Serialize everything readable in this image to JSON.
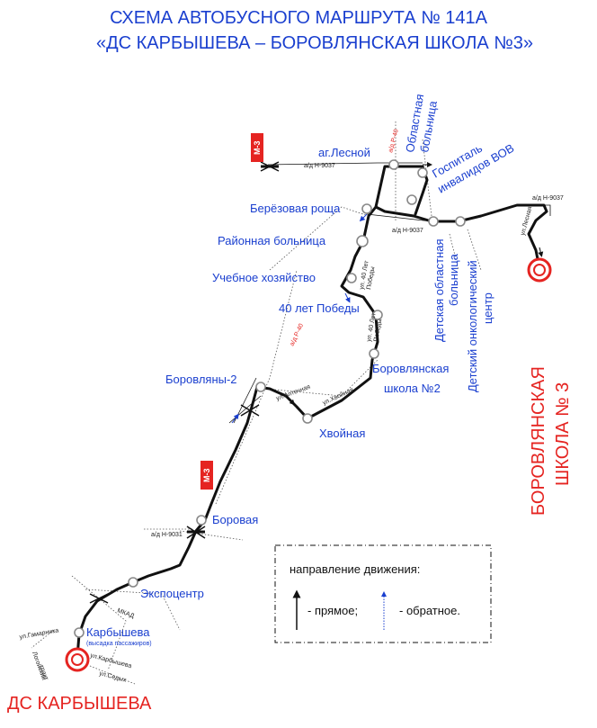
{
  "title": {
    "line1": "СХЕМА АВТОБУСНОГО МАРШРУТА № 141А",
    "line2": "«ДС КАРБЫШЕВА – БОРОВЛЯНСКАЯ ШКОЛА №3»"
  },
  "terminals": {
    "start": "ДС КАРБЫШЕВА",
    "end_line1": "БОРОВЛЯНСКАЯ",
    "end_line2": "ШКОЛА № 3"
  },
  "stops": {
    "les": "аг.Лесной",
    "oblast_hosp_1": "Областная",
    "oblast_hosp_2": "больница",
    "gospital_1": "Госпиталь",
    "gospital_2": "инвалидов ВОВ",
    "berezovaya": "Берёзовая роща",
    "rayon_hosp": "Районная больница",
    "uchebnoe": "Учебное хозяйство",
    "pobedy40": "40 лет Победы",
    "borovl_school2_1": "Боровлянская",
    "borovl_school2_2": "школа №2",
    "child_hosp_1": "Детская областная",
    "child_hosp_2": "больница",
    "onco_1": "Детский онкологический",
    "onco_2": "центр",
    "borovlyany2": "Боровляны-2",
    "khvoynaya": "Хвойная",
    "borovaya": "Боровая",
    "expocenter": "Экспоцентр",
    "karbysheva": "Карбышева",
    "karbysheva_note": "(высадка пассажиров)"
  },
  "roads": {
    "ad_h9037_a": "а/д Н-9037",
    "ad_h9037_b": "а/д Н-9037",
    "ad_h9037_c": "а/д Н-9037",
    "ad_p40_a": "а/д Р-40",
    "ad_p40_b": "а/д Р-40",
    "ul_lesnaya": "ул.Лесная",
    "ul_40let_1": "ул. 40 Лет",
    "ul_40let_2": "Победы",
    "ul_40let_3": "ул. 40 Лет",
    "ul_40let_4": "Победы",
    "ul_aptechnaya": "ул.Аптечная",
    "ul_khvoynaya": "ул.Хвойная",
    "ad_h9031": "а/д Н-9031",
    "mkad": "МКАД",
    "ul_gamarnika": "ул.Гамарника",
    "logoisky_1": "Логойский",
    "logoisky_2": "тракт",
    "ul_karbysheva": "ул.Карбышева",
    "ul_sedykh": "ул.Седых",
    "m3_a": "М-3",
    "m3_b": "М-3"
  },
  "legend": {
    "heading": "направление движения:",
    "forward": "- прямое;",
    "reverse": "- обратное."
  },
  "colors": {
    "title_blue": "#1a3fcf",
    "terminal_red": "#e52421",
    "route": "#111111",
    "highway_badge": "#e52421"
  }
}
